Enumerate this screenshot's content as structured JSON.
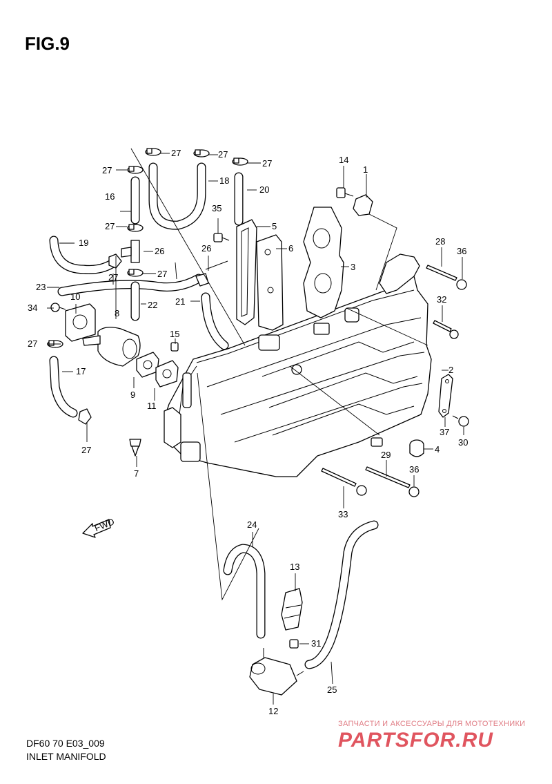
{
  "figure": {
    "title": "FIG.9",
    "model_code": "DF60 70 E03_009",
    "section_name": "INLET MANIFOLD"
  },
  "fwd_label": "FWD",
  "callouts": {
    "c1": "1",
    "c2": "2",
    "c3": "3",
    "c4": "4",
    "c5": "5",
    "c6": "6",
    "c7": "7",
    "c8": "8",
    "c9": "9",
    "c10": "10",
    "c11": "11",
    "c12": "12",
    "c13": "13",
    "c14": "14",
    "c15": "15",
    "c16": "16",
    "c17": "17",
    "c18": "18",
    "c19": "19",
    "c20": "20",
    "c21": "21",
    "c22": "22",
    "c23": "23",
    "c24": "24",
    "c25": "25",
    "c26a": "26",
    "c26b": "26",
    "c27a": "27",
    "c27b": "27",
    "c27c": "27",
    "c27d": "27",
    "c27e": "27",
    "c27f": "27",
    "c27g": "27",
    "c27h": "27",
    "c28": "28",
    "c29": "29",
    "c30": "30",
    "c31": "31",
    "c32": "32",
    "c33": "33",
    "c34": "34",
    "c35": "35",
    "c36a": "36",
    "c36b": "36",
    "c37": "37"
  },
  "watermark": {
    "line": "ЗАПЧАСТИ И АКСЕССУАРЫ ДЛЯ МОТОТЕХНИКИ",
    "logo": "PARTSFOR.RU"
  }
}
